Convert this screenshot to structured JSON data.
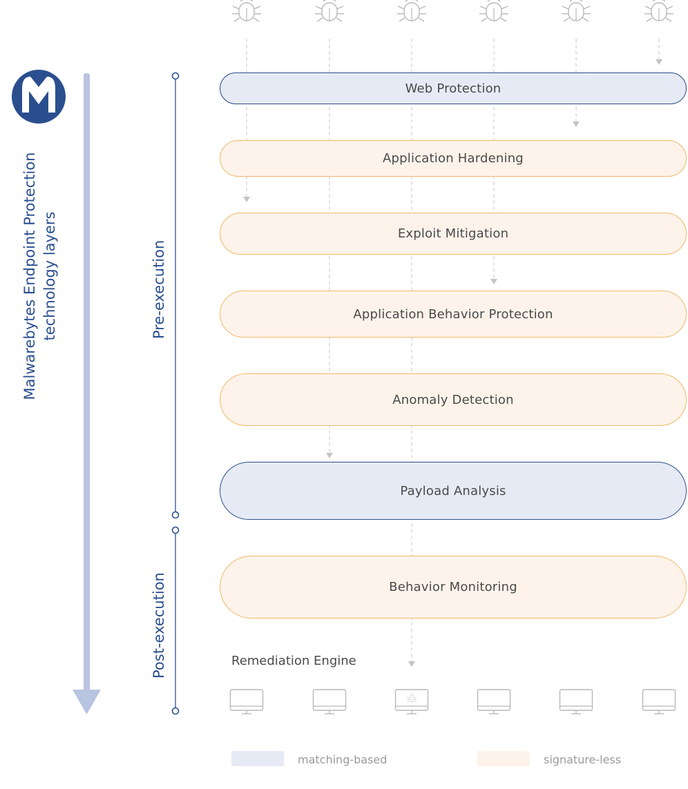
{
  "title": {
    "line1": "Malwarebytes Endpoint Protection",
    "line2": "technology layers"
  },
  "phases": {
    "pre": "Pre-execution",
    "post": "Post-execution"
  },
  "layers": [
    {
      "label": "Web Protection",
      "kind": "matching-based"
    },
    {
      "label": "Application Hardening",
      "kind": "signature-less"
    },
    {
      "label": "Exploit Mitigation",
      "kind": "signature-less"
    },
    {
      "label": "Application Behavior Protection",
      "kind": "signature-less"
    },
    {
      "label": "Anomaly Detection",
      "kind": "signature-less"
    },
    {
      "label": "Payload Analysis",
      "kind": "matching-based"
    },
    {
      "label": "Behavior Monitoring",
      "kind": "signature-less"
    }
  ],
  "remediation": "Remediation Engine",
  "legend": {
    "matching": "matching-based",
    "signatureless": "signature-less"
  },
  "colors": {
    "brand_blue": "#2b4f8e",
    "matching_fill": "#e6eaf4",
    "signatureless_fill": "#fdf3ea",
    "signatureless_border": "#f0b768",
    "arrow": "#b8c4e0"
  },
  "icons": {
    "threat": "bug-icon",
    "endpoint": "monitor-icon",
    "infected_endpoint": "monitor-bug-icon",
    "logo": "malwarebytes-logo"
  }
}
